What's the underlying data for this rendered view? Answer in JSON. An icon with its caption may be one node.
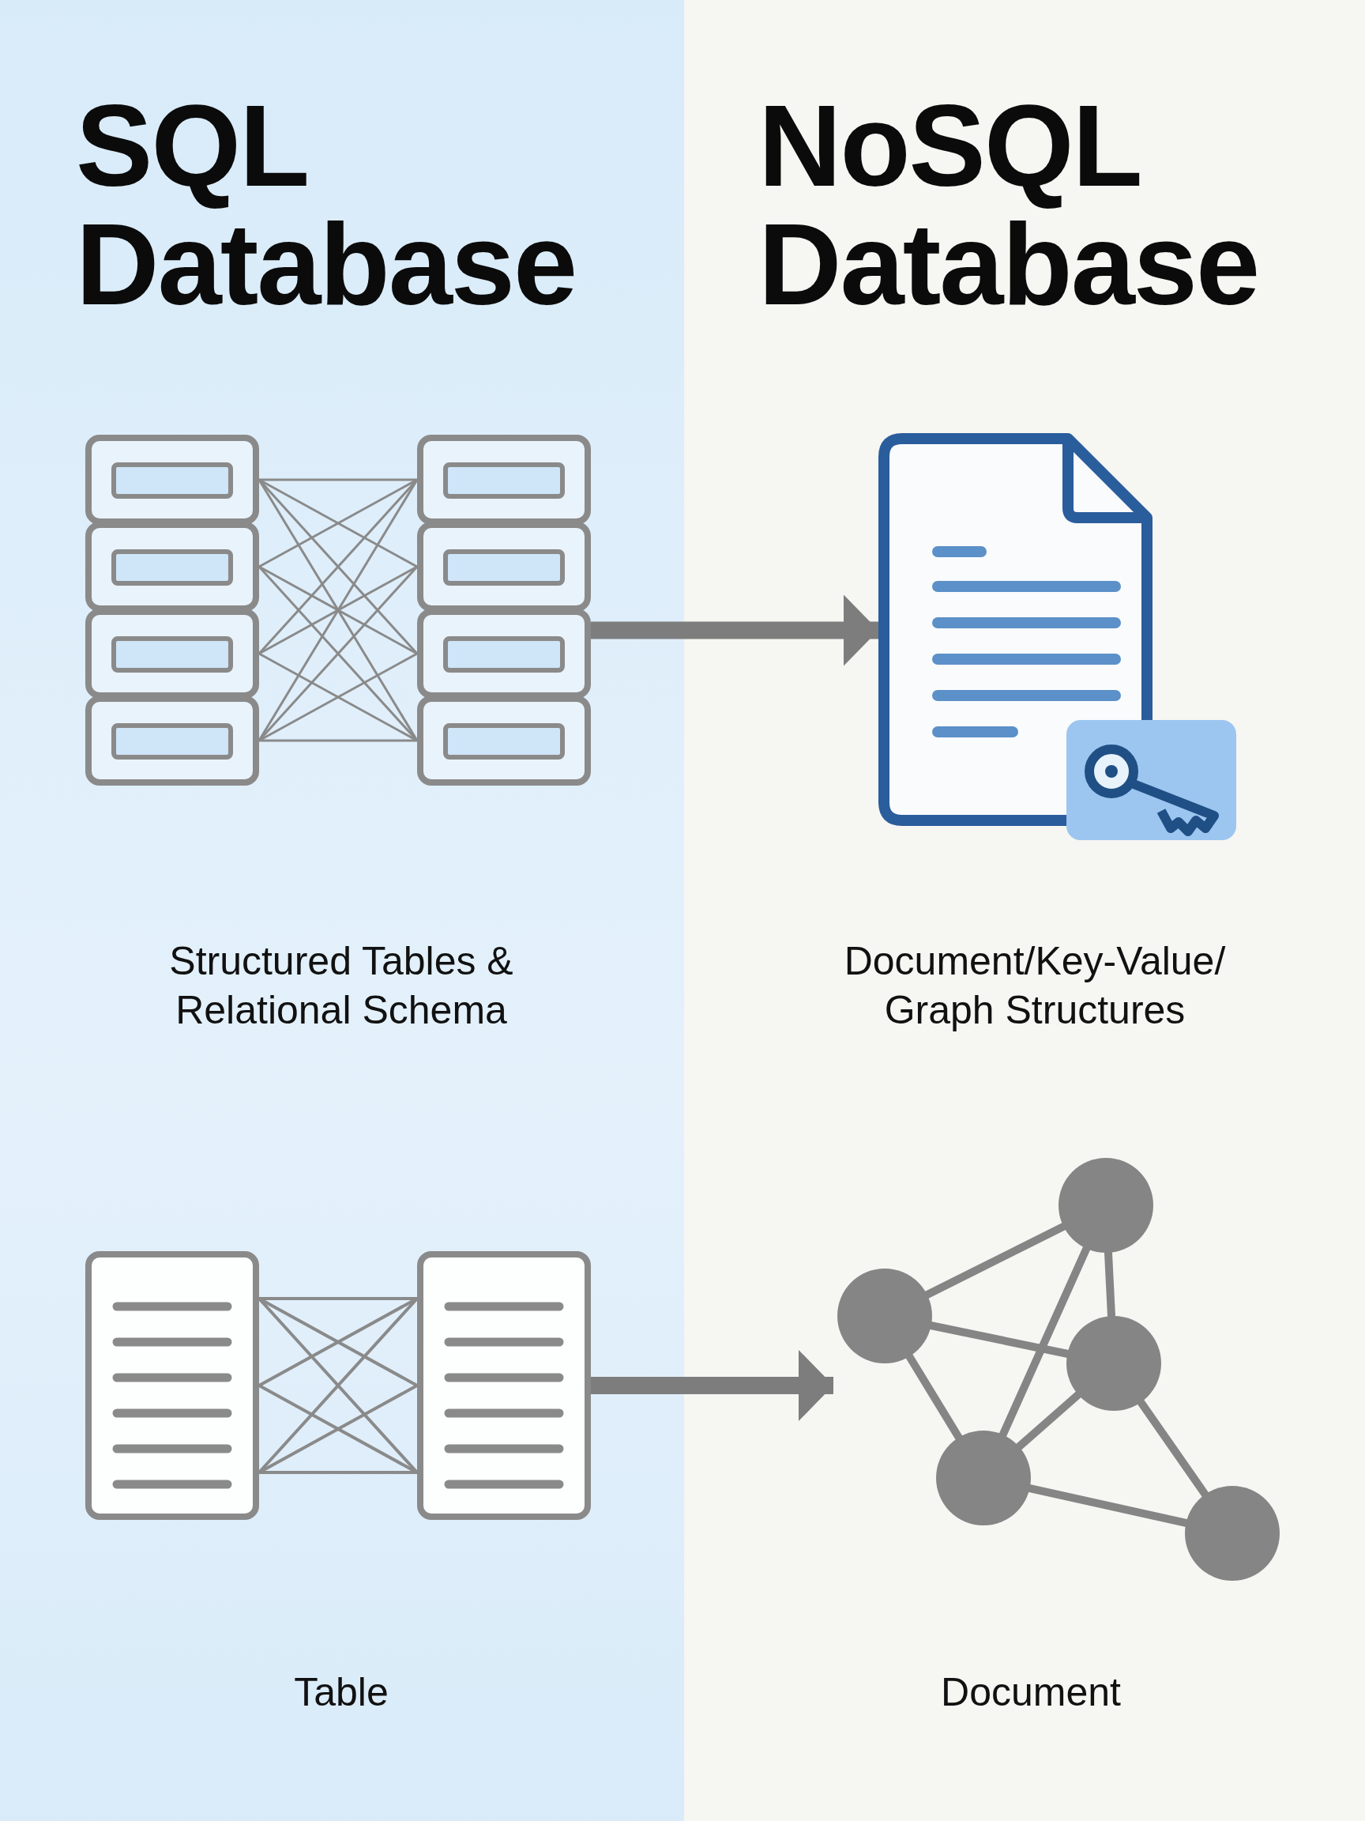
{
  "diagram": {
    "nodes": [
      {
        "text": [],
        "shape": "picture"
      },
      {
        "text": [],
        "shape": "picture"
      },
      {
        "text": [],
        "shape": "picture"
      },
      {
        "text": [],
        "shape": "picture"
      }
    ],
    "edges": [
      {
        "from": 0,
        "to": 1,
        "arrow": "to"
      },
      {
        "from": 2,
        "to": 3,
        "arrow": "to"
      }
    ],
    "labels": [
      "SQL Database",
      "NoSQL Database",
      "Structured Tables & Relational Schema",
      "Document/Key-Value/ Graph Structures",
      "Table",
      "Document"
    ]
  }
}
